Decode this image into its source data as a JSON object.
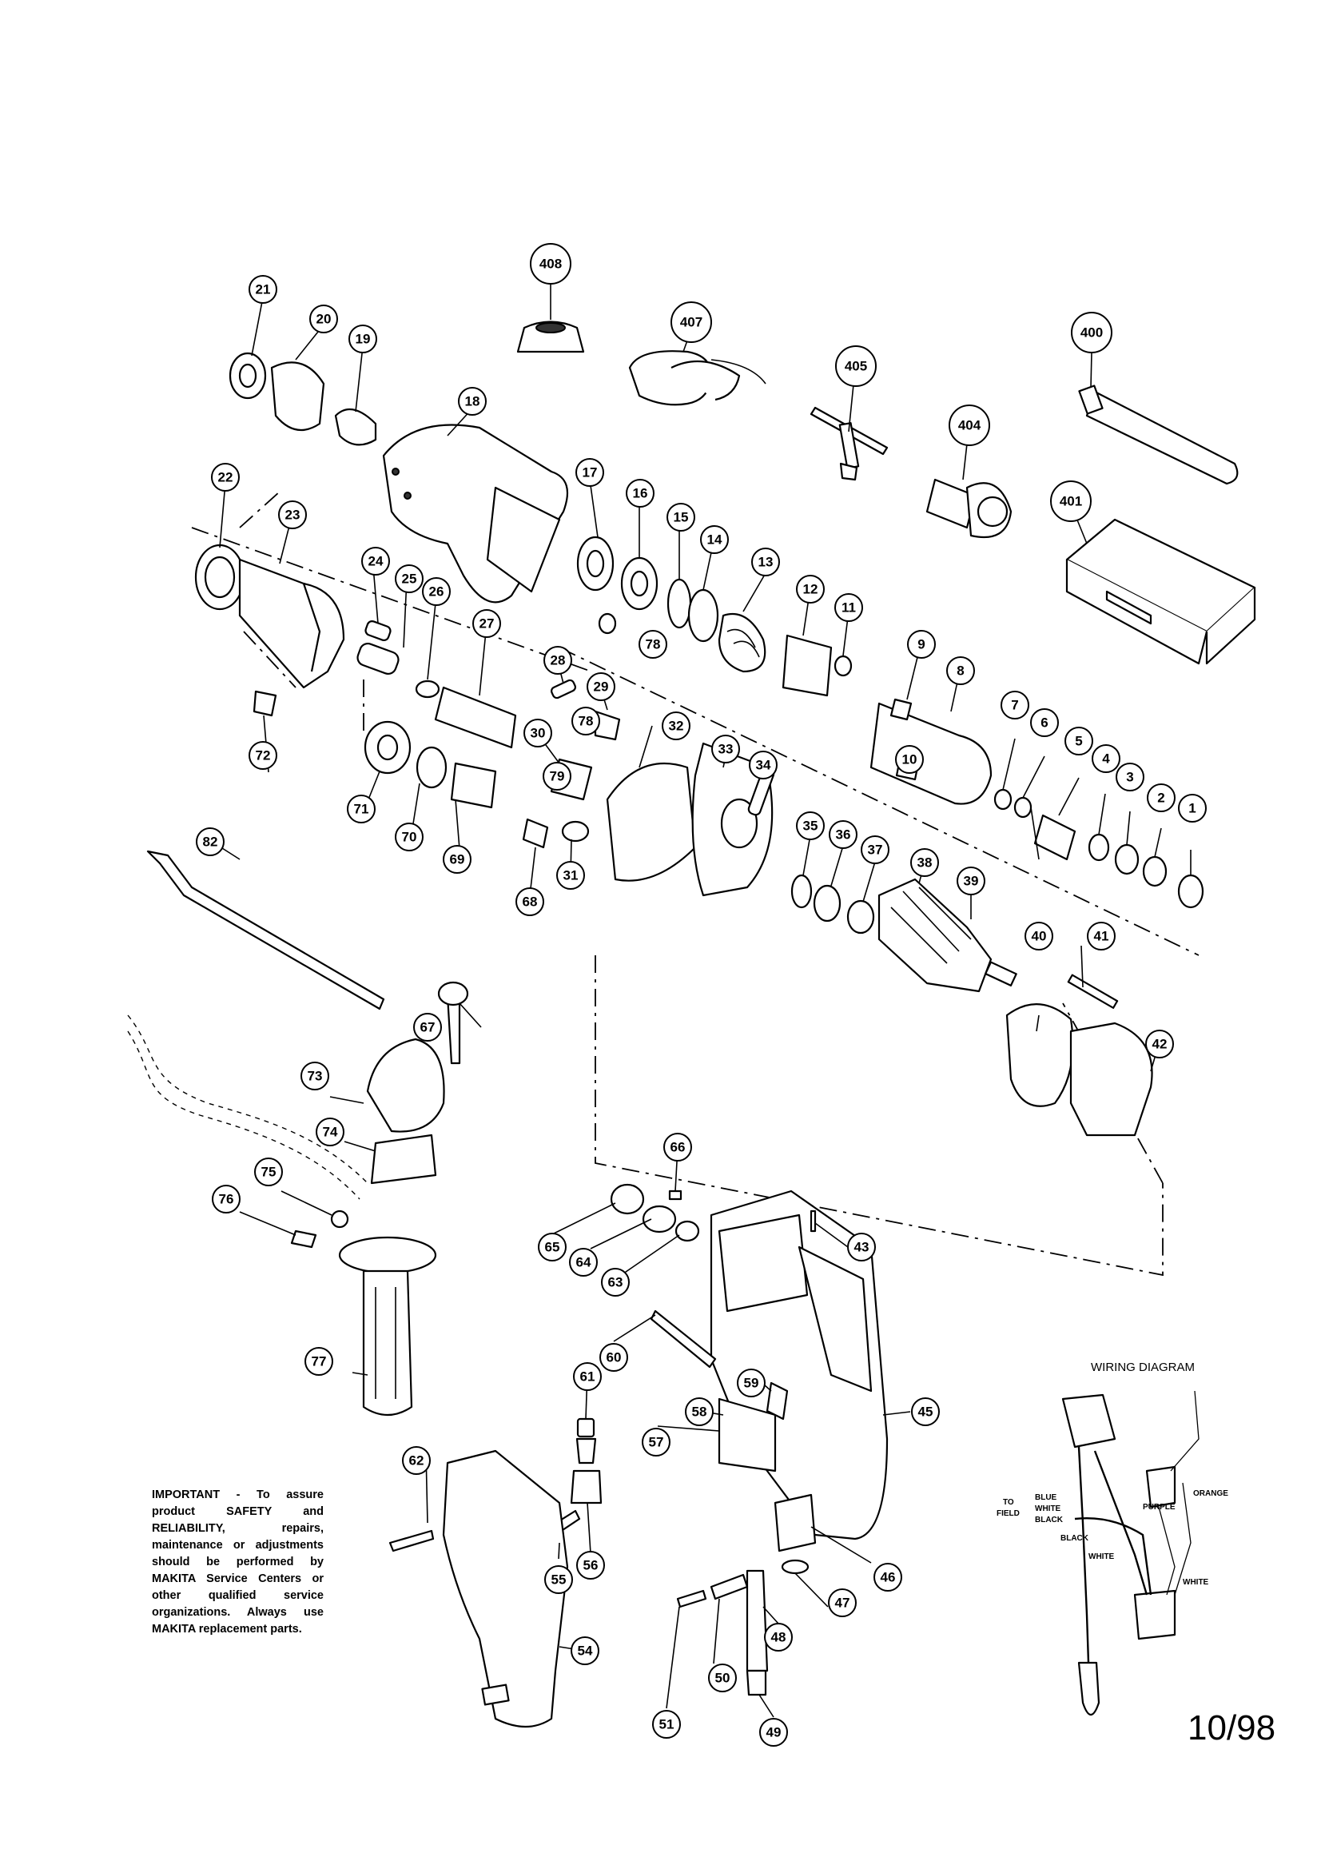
{
  "note": {
    "lead": "IMPORTANT",
    "body": " - To assure product SAFETY and RELIABILITY, repairs, maintenance or adjustments should be performed by MAKITA Service Centers or other qualified service organizations. Always use MAKITA replacement parts."
  },
  "revision": "10/98",
  "wiring_diagram": {
    "title": "WIRING DIAGRAM",
    "to": "TO",
    "field": "FIELD",
    "blue": "BLUE",
    "white": "WHITE",
    "black": "BLACK",
    "black_2": "BLACK",
    "white_2": "WHITE",
    "purple": "PURPLE",
    "orange": "ORANGE",
    "white_3": "WHITE"
  },
  "callouts": {
    "c1": "1",
    "c2": "2",
    "c3": "3",
    "c4": "4",
    "c5": "5",
    "c6": "6",
    "c7": "7",
    "c8": "8",
    "c9": "9",
    "c10": "10",
    "c11": "11",
    "c12": "12",
    "c13": "13",
    "c14": "14",
    "c15": "15",
    "c16": "16",
    "c17": "17",
    "c18": "18",
    "c19": "19",
    "c20": "20",
    "c21": "21",
    "c22": "22",
    "c23": "23",
    "c24": "24",
    "c25": "25",
    "c26": "26",
    "c27": "27",
    "c28": "28",
    "c29": "29",
    "c30": "30",
    "c31": "31",
    "c32": "32",
    "c33": "33",
    "c34": "34",
    "c35": "35",
    "c36": "36",
    "c37": "37",
    "c38": "38",
    "c39": "39",
    "c40": "40",
    "c41": "41",
    "c42": "42",
    "c43": "43",
    "c45": "45",
    "c46": "46",
    "c47": "47",
    "c48": "48",
    "c49": "49",
    "c50": "50",
    "c51": "51",
    "c54": "54",
    "c55": "55",
    "c56": "56",
    "c57": "57",
    "c58": "58",
    "c59": "59",
    "c60": "60",
    "c61": "61",
    "c62": "62",
    "c63": "63",
    "c64": "64",
    "c65": "65",
    "c66": "66",
    "c67": "67",
    "c68": "68",
    "c69": "69",
    "c70": "70",
    "c71": "71",
    "c72": "72",
    "c73": "73",
    "c74": "74",
    "c75": "75",
    "c76": "76",
    "c77": "77",
    "c78a": "78",
    "c78b": "78",
    "c79": "79",
    "c82": "82",
    "c400": "400",
    "c401": "401",
    "c404": "404",
    "c405": "405",
    "c407": "407",
    "c408": "408"
  }
}
